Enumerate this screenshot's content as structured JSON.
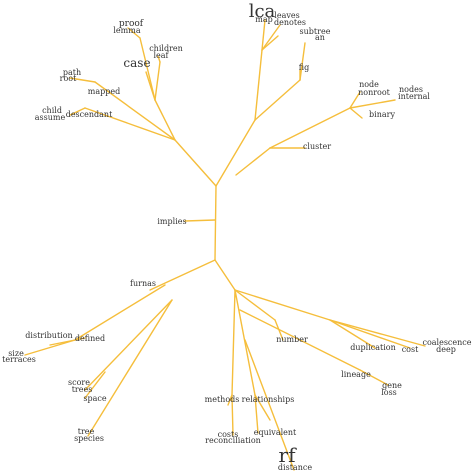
{
  "diagram": {
    "type": "radial-tree-word-cloud",
    "edge_color": "#f5be3c",
    "colors": {
      "default": "#333333",
      "highlight": "#cc1111",
      "blue": "#2233cc",
      "green": "#33aa33",
      "steel": "#4466bb"
    },
    "words": [
      {
        "text": "proof",
        "color": "blue"
      },
      {
        "text": "lemma",
        "color": "default"
      },
      {
        "text": "children",
        "color": "default"
      },
      {
        "text": "leaf",
        "color": "green"
      },
      {
        "text": "case",
        "color": "default"
      },
      {
        "text": "lca",
        "color": "highlight"
      },
      {
        "text": "map",
        "color": "default"
      },
      {
        "text": "leaves",
        "color": "default"
      },
      {
        "text": "denotes",
        "color": "default"
      },
      {
        "text": "subtree",
        "color": "default"
      },
      {
        "text": "an",
        "color": "default"
      },
      {
        "text": "fig",
        "color": "steel"
      },
      {
        "text": "path",
        "color": "default"
      },
      {
        "text": "root",
        "color": "default"
      },
      {
        "text": "mapped",
        "color": "default"
      },
      {
        "text": "child",
        "color": "default"
      },
      {
        "text": "assume",
        "color": "default"
      },
      {
        "text": "descendant",
        "color": "default"
      },
      {
        "text": "node",
        "color": "default"
      },
      {
        "text": "nonroot",
        "color": "default"
      },
      {
        "text": "nodes",
        "color": "default"
      },
      {
        "text": "internal",
        "color": "default"
      },
      {
        "text": "binary",
        "color": "default"
      },
      {
        "text": "cluster",
        "color": "default"
      },
      {
        "text": "implies",
        "color": "default"
      },
      {
        "text": "furnas",
        "color": "default"
      },
      {
        "text": "distribution",
        "color": "default"
      },
      {
        "text": "defined",
        "color": "default"
      },
      {
        "text": "size",
        "color": "default"
      },
      {
        "text": "terraces",
        "color": "default"
      },
      {
        "text": "number",
        "color": "default"
      },
      {
        "text": "coalescence",
        "color": "default"
      },
      {
        "text": "deep",
        "color": "default"
      },
      {
        "text": "duplication",
        "color": "default"
      },
      {
        "text": "cost",
        "color": "default"
      },
      {
        "text": "score",
        "color": "default"
      },
      {
        "text": "trees",
        "color": "default"
      },
      {
        "text": "space",
        "color": "default"
      },
      {
        "text": "lineage",
        "color": "default"
      },
      {
        "text": "gene",
        "color": "default"
      },
      {
        "text": "loss",
        "color": "default"
      },
      {
        "text": "methods",
        "color": "default"
      },
      {
        "text": "relationships",
        "color": "default"
      },
      {
        "text": "tree",
        "color": "default"
      },
      {
        "text": "species",
        "color": "default"
      },
      {
        "text": "costs",
        "color": "default"
      },
      {
        "text": "reconciliation",
        "color": "default"
      },
      {
        "text": "equivalent",
        "color": "default"
      },
      {
        "text": "rf",
        "color": "default"
      },
      {
        "text": "distance",
        "color": "default"
      }
    ]
  }
}
